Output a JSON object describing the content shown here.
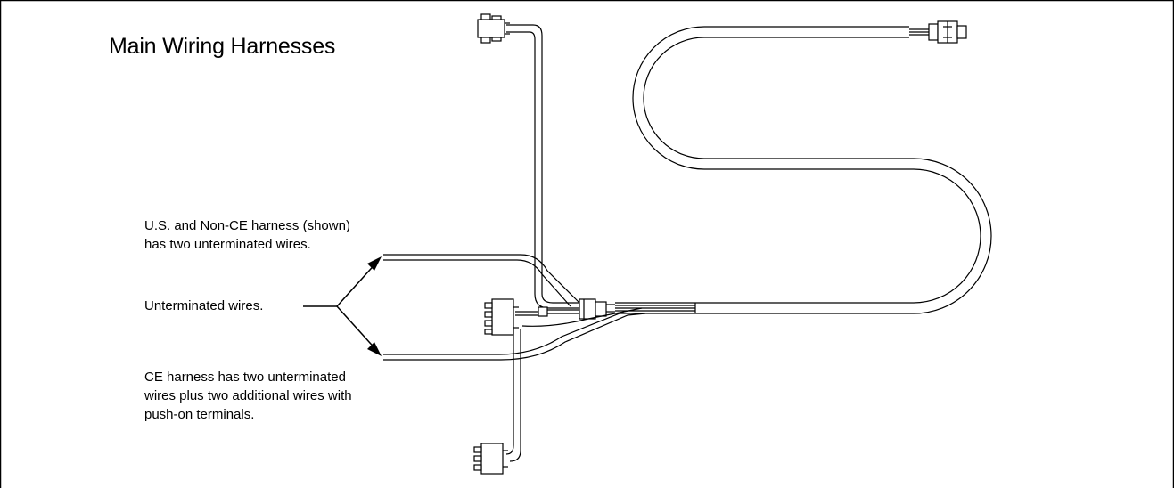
{
  "title": "Main Wiring Harnesses",
  "notes": {
    "us_harness": "U.S. and Non-CE harness (shown)\nhas two unterminated wires.",
    "unterminated": "Unterminated wires.",
    "ce_harness": "CE harness has two unterminated\nwires plus two additional wires with\npush-on terminals."
  },
  "colors": {
    "line": "#000000",
    "background": "#ffffff"
  }
}
